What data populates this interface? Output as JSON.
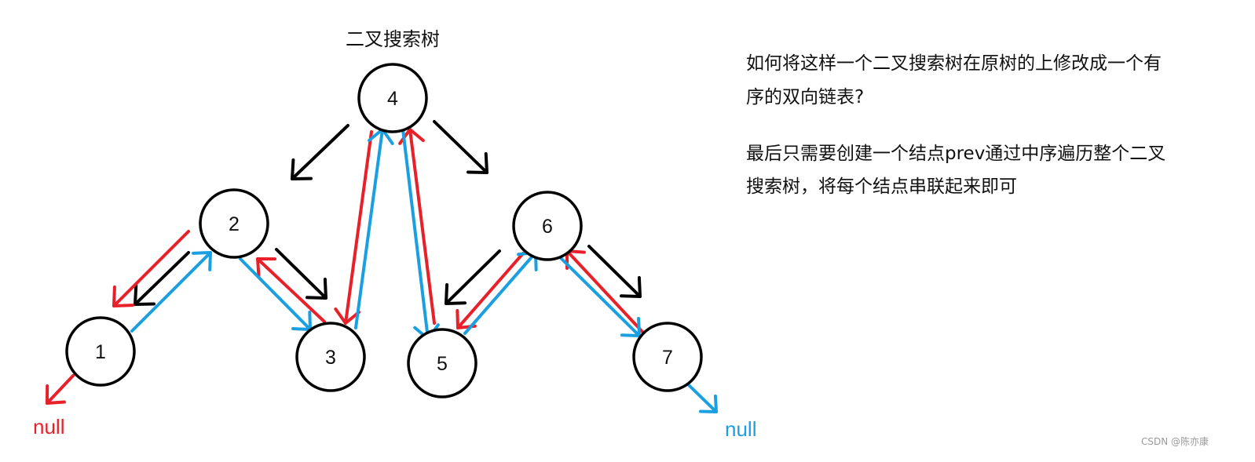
{
  "diagram": {
    "title": "二叉搜索树",
    "nodes": [
      {
        "id": "4",
        "label": "4"
      },
      {
        "id": "2",
        "label": "2"
      },
      {
        "id": "6",
        "label": "6"
      },
      {
        "id": "1",
        "label": "1"
      },
      {
        "id": "3",
        "label": "3"
      },
      {
        "id": "5",
        "label": "5"
      },
      {
        "id": "7",
        "label": "7"
      }
    ],
    "null_left": "null",
    "null_right": "null",
    "colors": {
      "tree_edge": "#000000",
      "prev_link": "#e8202a",
      "next_link": "#1a9fe0",
      "null_left": "#e8202a",
      "null_right": "#1a9fe0"
    }
  },
  "notes": {
    "paragraph1": [
      "如何将这样一个二叉搜索树在原树的上修改成一个有",
      "序的双向链表?"
    ],
    "paragraph2": [
      "最后只需要创建一个结点prev通过中序遍历整个二叉",
      "搜索树，将每个结点串联起来即可"
    ]
  },
  "watermark": "CSDN @陈亦康"
}
